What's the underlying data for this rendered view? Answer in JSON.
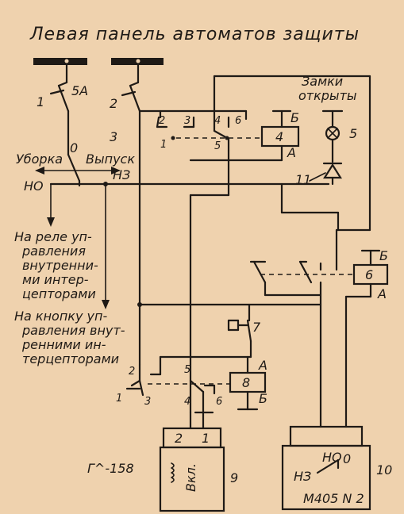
{
  "title": "Левая панель автоматов защиты",
  "labels": {
    "breaker_1": "1",
    "breaker_1_rating": "5А",
    "breaker_2": "2",
    "switch_3": "3",
    "switch_3_zero": "0",
    "switch_3_retract": "Уборка",
    "switch_3_extend": "Выпуск",
    "switch_3_nz": "НЗ",
    "switch_3_no": "НО",
    "relay4_c2": "2",
    "relay4_c3": "3",
    "relay4_c1": "1",
    "relay4_c4": "4",
    "relay4_c6": "6",
    "relay4_c5": "5",
    "relay4_num": "4",
    "relay4_b": "Б",
    "relay4_a": "А",
    "locks_line1": "Замки",
    "locks_line2": "открыты",
    "lamp_num": "5",
    "diode_num": "11",
    "relay6_num": "6",
    "relay6_b": "Б",
    "relay6_a": "А",
    "note_relay_1": "На реле уп-",
    "note_relay_2": "равления",
    "note_relay_3": "внутренни-",
    "note_relay_4": "ми интер-",
    "note_relay_5": "цепторами",
    "note_button_1": "На кнопку уп-",
    "note_button_2": "равления внут-",
    "note_button_3": "ренними ин-",
    "note_button_4": "терцепторами",
    "button_num": "7",
    "relay8_num": "8",
    "relay8_a": "А",
    "relay8_b": "Б",
    "relay8_c2": "2",
    "relay8_c1": "1",
    "relay8_c3": "3",
    "relay8_c5": "5",
    "relay8_c4": "4",
    "relay8_c6": "6",
    "gen_model": "Г^-158",
    "gen_t2": "2",
    "gen_t1": "1",
    "gen_on": "Вкл.",
    "gen_num": "9",
    "sw10_no": "НО",
    "sw10_zero": "0",
    "sw10_nz": "НЗ",
    "sw10_model": "М405 N 2",
    "sw10_num": "10"
  }
}
